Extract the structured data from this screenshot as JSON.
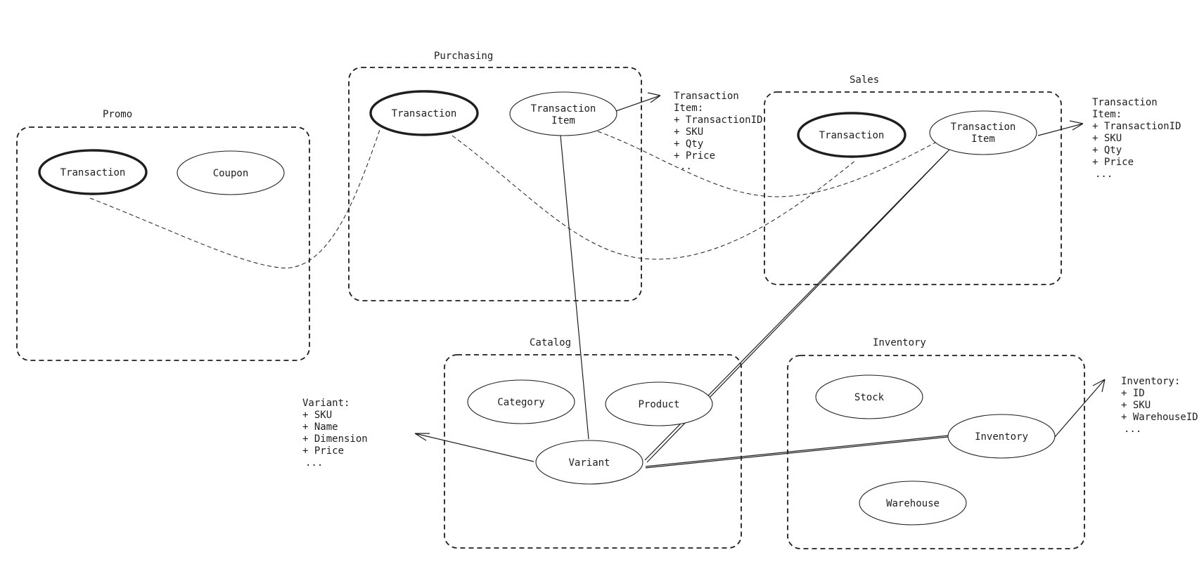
{
  "colors": {
    "stroke": "#1e1e1e",
    "background": "#ffffff"
  },
  "groups": {
    "promo": {
      "label": "Promo"
    },
    "purchasing": {
      "label": "Purchasing"
    },
    "sales": {
      "label": "Sales"
    },
    "catalog": {
      "label": "Catalog"
    },
    "inventory": {
      "label": "Inventory"
    }
  },
  "nodes": {
    "promo_transaction": {
      "lines": [
        "Transaction"
      ]
    },
    "promo_coupon": {
      "lines": [
        "Coupon"
      ]
    },
    "purchasing_transaction": {
      "lines": [
        "Transaction"
      ]
    },
    "purchasing_transaction_item": {
      "lines": [
        "Transaction",
        "Item"
      ]
    },
    "sales_transaction": {
      "lines": [
        "Transaction"
      ]
    },
    "sales_transaction_item": {
      "lines": [
        "Transaction",
        "Item"
      ]
    },
    "catalog_category": {
      "lines": [
        "Category"
      ]
    },
    "catalog_product": {
      "lines": [
        "Product"
      ]
    },
    "catalog_variant": {
      "lines": [
        "Variant"
      ]
    },
    "inventory_stock": {
      "lines": [
        "Stock"
      ]
    },
    "inventory_inventory": {
      "lines": [
        "Inventory"
      ]
    },
    "inventory_warehouse": {
      "lines": [
        "Warehouse"
      ]
    }
  },
  "notes": {
    "purchasing_item": [
      "Transaction",
      "Item:",
      "+ TransactionID",
      "+ SKU",
      "+ Qty",
      "+ Price",
      ".."
    ],
    "sales_item": [
      "Transaction",
      "Item:",
      "+ TransactionID",
      "+ SKU",
      "+ Qty",
      "+ Price",
      "..."
    ],
    "variant": [
      "Variant:",
      "+ SKU",
      "+ Name",
      "+ Dimension",
      "+ Price",
      "..."
    ],
    "inventory": [
      "Inventory:",
      "+ ID",
      "+ SKU",
      "+ WarehouseID",
      "..."
    ]
  }
}
